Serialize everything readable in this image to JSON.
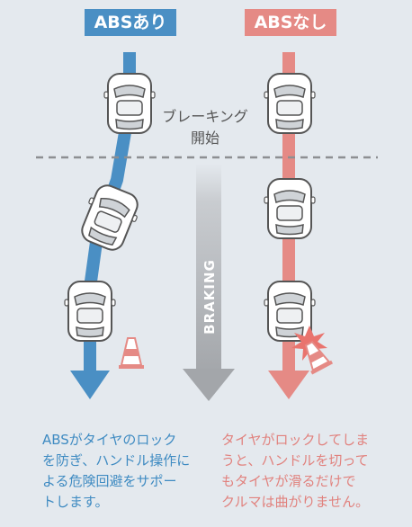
{
  "labels": {
    "abs_on": "ABSあり",
    "abs_off": "ABSなし"
  },
  "braking_start": {
    "line1": "ブレーキング",
    "line2": "開始"
  },
  "braking_arrow_text": "BRAKING",
  "captions": {
    "abs_on": [
      "ABSがタイヤのロック",
      "を防ぎ、ハンドル操作に",
      "よる危険回避をサポー",
      "トします。"
    ],
    "abs_off": [
      "タイヤがロックしてしま",
      "うと、ハンドルを切って",
      "もタイヤが滑るだけで",
      "クルマは曲がりません。"
    ]
  },
  "colors": {
    "background": "#e4e9ee",
    "abs_blue": "#4a8fc4",
    "noabs_pink": "#e58a85",
    "arrow_gray": "#a6a9ac"
  }
}
